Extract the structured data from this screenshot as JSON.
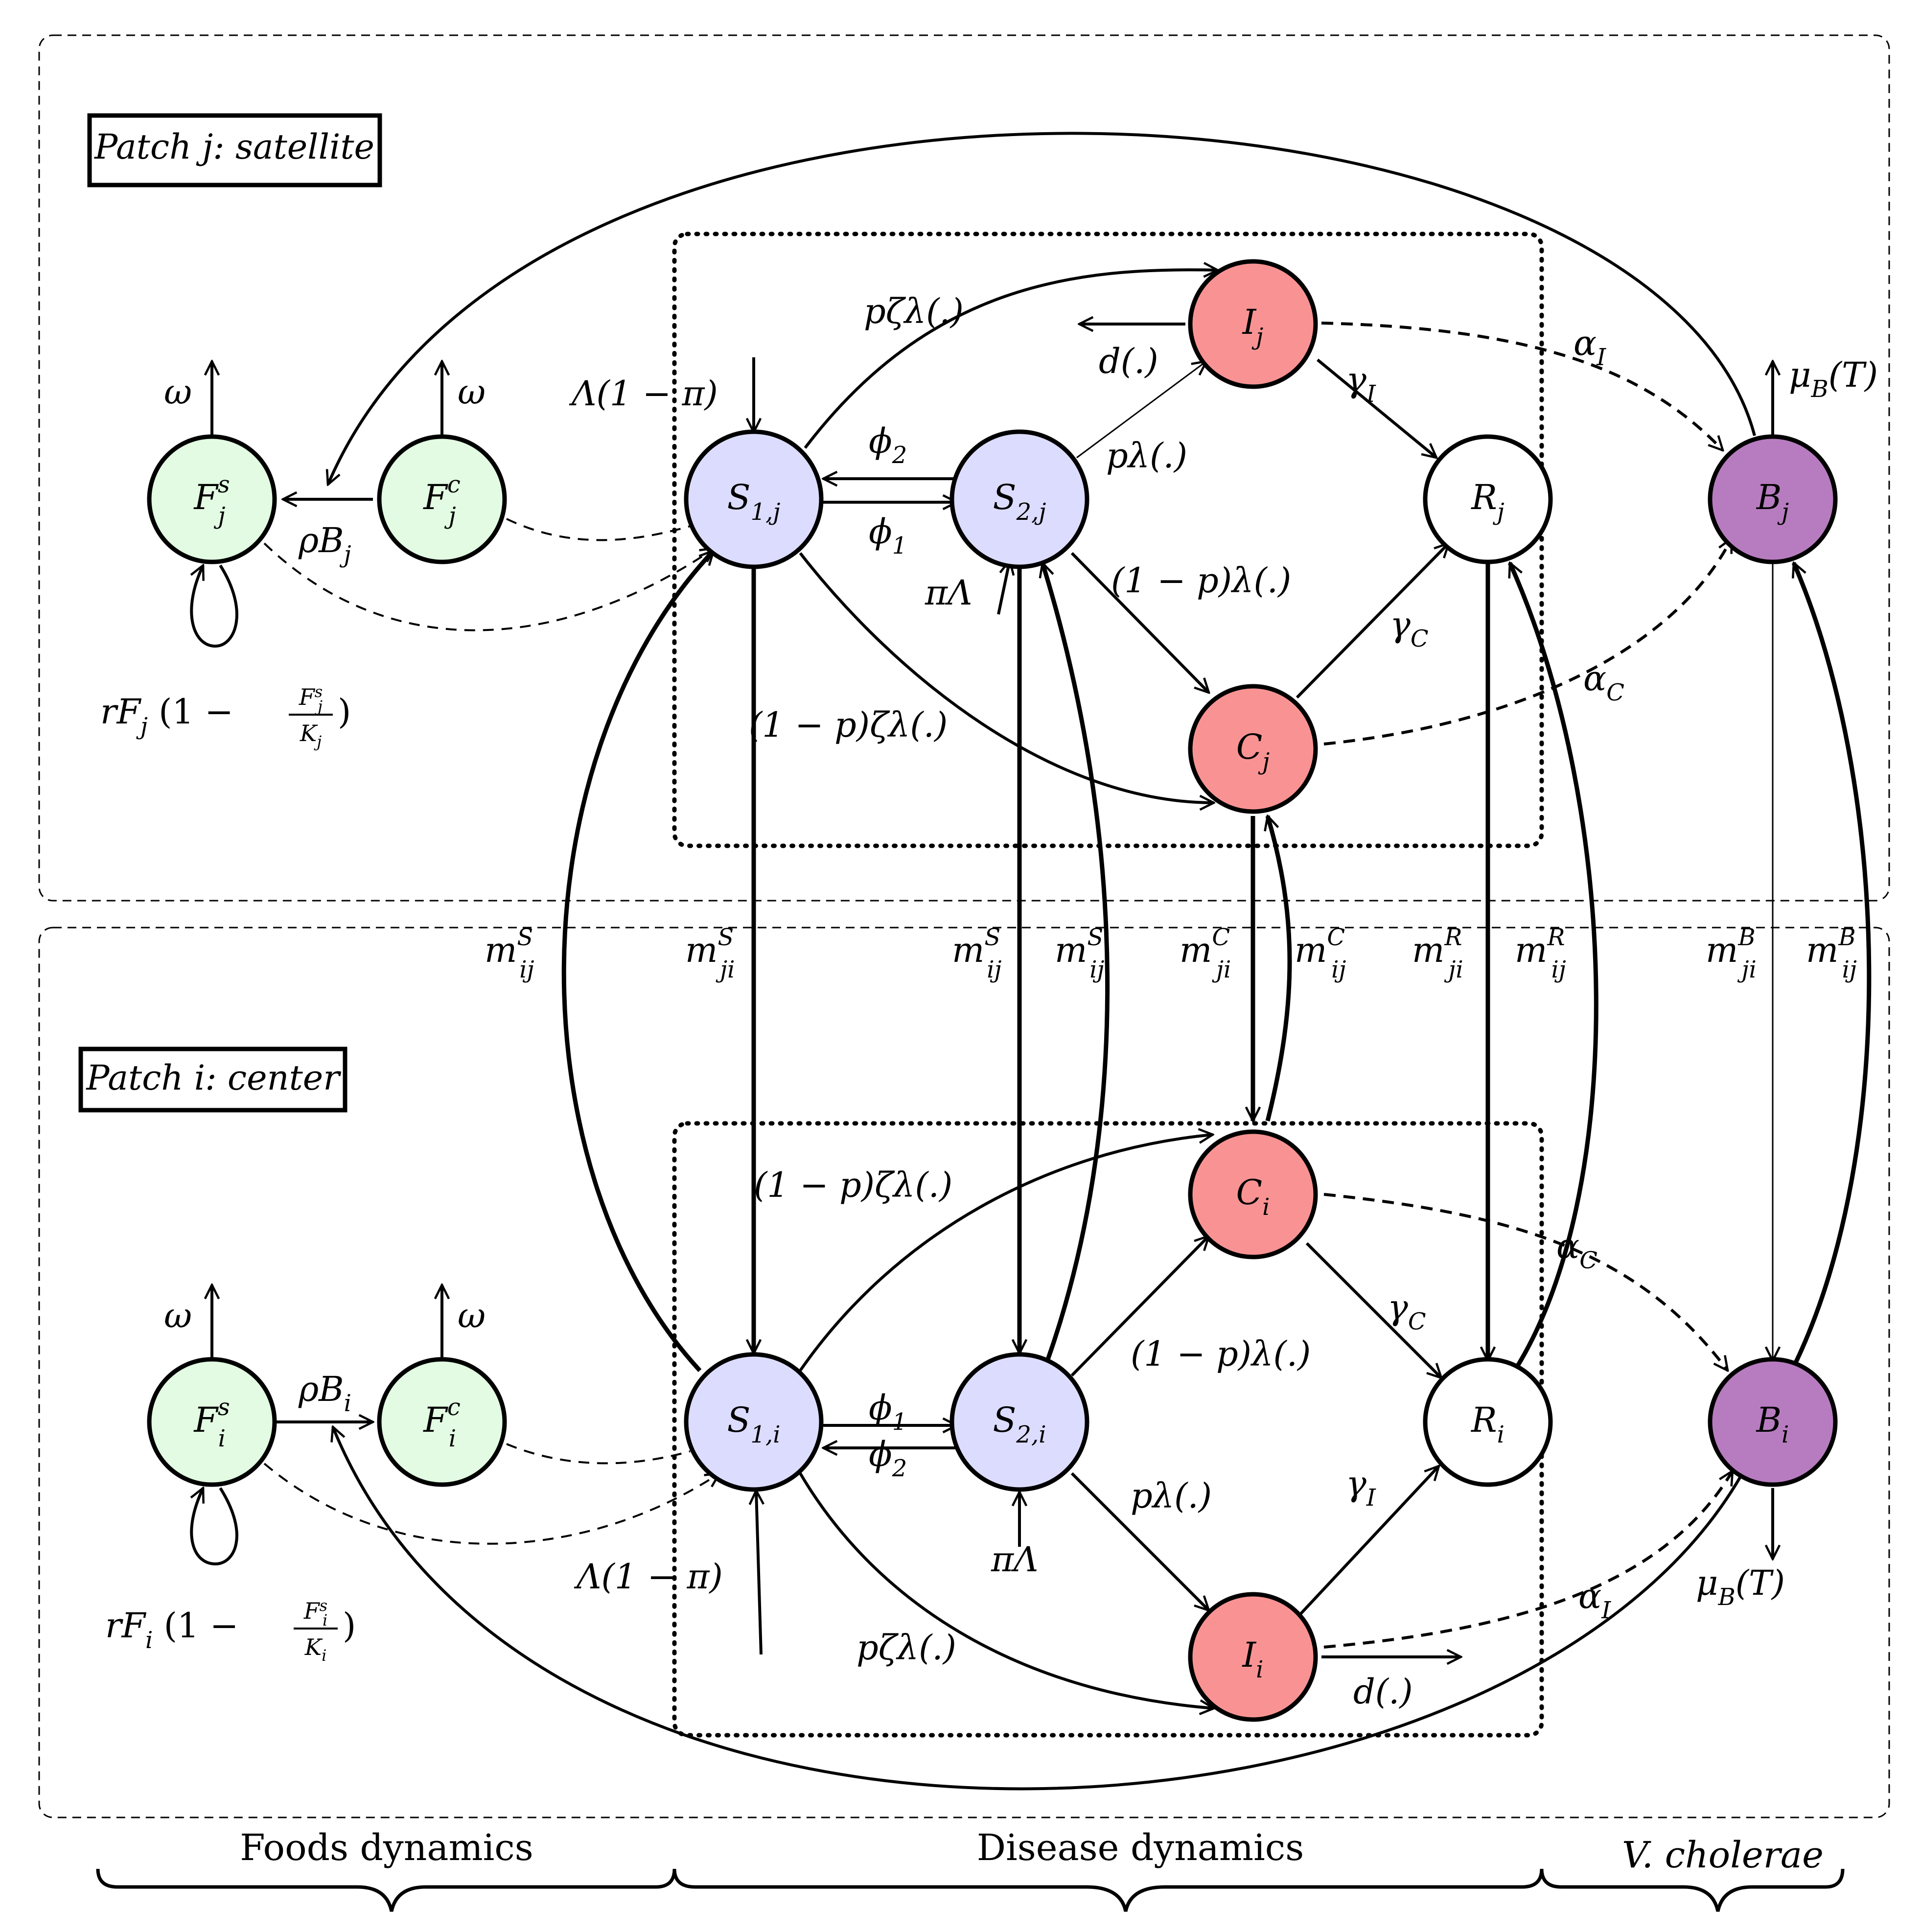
{
  "colors": {
    "susceptible_fill": "#dcdcff",
    "infected_fill": "#f99393",
    "food_fill": "#e2fbe2",
    "recovered_fill": "#ffffff",
    "bacteria_fill": "#b77cbf",
    "stroke": "#000000"
  },
  "patches": {
    "top_label": "Patch j: satellite",
    "bottom_label": "Patch i: center"
  },
  "sections": {
    "foods": "Foods dynamics",
    "disease": "Disease dynamics",
    "bacteria": "V. cholerae"
  },
  "nodes": {
    "Fs_j": {
      "base": "F",
      "sup": "s",
      "sub": "j"
    },
    "Fc_j": {
      "base": "F",
      "sup": "c",
      "sub": "j"
    },
    "S1_j": {
      "base": "S",
      "sub": "1,j"
    },
    "S2_j": {
      "base": "S",
      "sub": "2,j"
    },
    "I_j": {
      "base": "I",
      "sub": "j"
    },
    "R_j": {
      "base": "R",
      "sub": "j"
    },
    "C_j": {
      "base": "C",
      "sub": "j"
    },
    "B_j": {
      "base": "B",
      "sub": "j"
    },
    "Fs_i": {
      "base": "F",
      "sup": "s",
      "sub": "i"
    },
    "Fc_i": {
      "base": "F",
      "sup": "c",
      "sub": "i"
    },
    "S1_i": {
      "base": "S",
      "sub": "1,i"
    },
    "S2_i": {
      "base": "S",
      "sub": "2,i"
    },
    "C_i": {
      "base": "C",
      "sub": "i"
    },
    "R_i": {
      "base": "R",
      "sub": "i"
    },
    "I_i": {
      "base": "I",
      "sub": "i"
    },
    "B_i": {
      "base": "B",
      "sub": "i"
    }
  },
  "labels": {
    "omega": "ω",
    "rho_Bj": {
      "base": "ρB",
      "sub": "j"
    },
    "rho_Bi": {
      "base": "ρB",
      "sub": "i"
    },
    "growth_j": {
      "pre": "rF",
      "sub": "j",
      "mid": "(1 −",
      "num": "F",
      "num_sup": "s",
      "num_sub": "j",
      "den": "K",
      "den_sub": "j",
      "post": ")"
    },
    "growth_i": {
      "pre": "rF",
      "sub": "i",
      "mid": "(1 −",
      "num": "F",
      "num_sup": "s",
      "num_sub": "i",
      "den": "K",
      "den_sub": "i",
      "post": ")"
    },
    "recruit_top": "Λ(1 − π)",
    "recruit_bottom": "Λ(1 − π)",
    "pi_lambda_top": "πΛ",
    "pi_lambda_bottom": "πΛ",
    "phi1": {
      "base": "ϕ",
      "sub": "1"
    },
    "phi2": {
      "base": "ϕ",
      "sub": "2"
    },
    "p_zeta_lambda": "pζλ(.)",
    "one_minus_p_zeta_lambda": "(1 − p)ζλ(.)",
    "p_lambda": "pλ(.)",
    "one_minus_p_lambda": "(1 − p)λ(.)",
    "death": "d(.)",
    "gamma_I": {
      "base": "γ",
      "sub": "I"
    },
    "gamma_C": {
      "base": "γ",
      "sub": "C"
    },
    "alpha_I": {
      "base": "α",
      "sub": "I"
    },
    "alpha_C": {
      "base": "α",
      "sub": "C"
    },
    "mu_B": {
      "base": "μ",
      "sub": "B",
      "post": "(T)"
    },
    "migration": [
      {
        "base": "m",
        "sup": "S",
        "sub": "ij"
      },
      {
        "base": "m",
        "sup": "S",
        "sub": "ji"
      },
      {
        "base": "m",
        "sup": "S",
        "sub": "ij"
      },
      {
        "base": "m",
        "sup": "S",
        "sub": "ij"
      },
      {
        "base": "m",
        "sup": "C",
        "sub": "ji"
      },
      {
        "base": "m",
        "sup": "C",
        "sub": "ij"
      },
      {
        "base": "m",
        "sup": "R",
        "sub": "ji"
      },
      {
        "base": "m",
        "sup": "R",
        "sub": "ij"
      },
      {
        "base": "m",
        "sup": "B",
        "sub": "ji"
      },
      {
        "base": "m",
        "sup": "B",
        "sub": "ij"
      }
    ]
  }
}
